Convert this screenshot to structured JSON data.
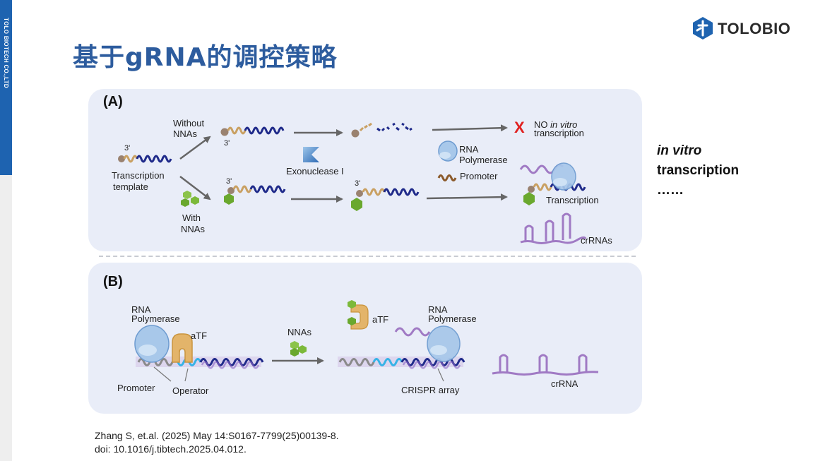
{
  "side_text": "TOLO BIOTECH CO.,LTD",
  "title": "基于gRNA的调控策略",
  "logo": {
    "text": "TOLOBIO"
  },
  "panel_a": {
    "tag": "(A)",
    "three_prime": "3'",
    "template_label_1": "Transcription",
    "template_label_2": "template",
    "without_1": "Without",
    "without_2": "NNAs",
    "with_1": "With",
    "with_2": "NNAs",
    "exonuclease": "Exonuclease I",
    "rna_pol_1": "RNA",
    "rna_pol_2": "Polymerase",
    "promoter": "Promoter",
    "no_prefix": "NO",
    "no_italic": "in vitro",
    "no_line2": "transcription",
    "transcription": "Transcription",
    "crrnas": "crRNAs",
    "x_mark": "X"
  },
  "panel_b": {
    "tag": "(B)",
    "rna_pol_1": "RNA",
    "rna_pol_2": "Polymerase",
    "atf": "aTF",
    "nnas": "NNAs",
    "promoter": "Promoter",
    "operator": "Operator",
    "crispr": "CRISPR array",
    "crrna": "crRNA"
  },
  "side_note": {
    "italic": "in vitro",
    "line2": "transcription",
    "line3": "……"
  },
  "citation": {
    "line1": "Zhang S, et.al. (2025) May 14:S0167-7799(25)00139-8.",
    "line2": "doi: 10.1016/j.tibtech.2025.04.012."
  },
  "colors": {
    "brand_blue": "#1e63b0",
    "title_blue": "#2d5c9e",
    "panel_bg": "#e9edf8",
    "dna_navy": "#1f2a8a",
    "dna_tan": "#c9a062",
    "rna_purple": "#a07ac4",
    "nna_green": "#7cb93a",
    "operator_cyan": "#36b3e6",
    "promoter_gray": "#8a8a8a",
    "stop_red": "#e02020"
  }
}
